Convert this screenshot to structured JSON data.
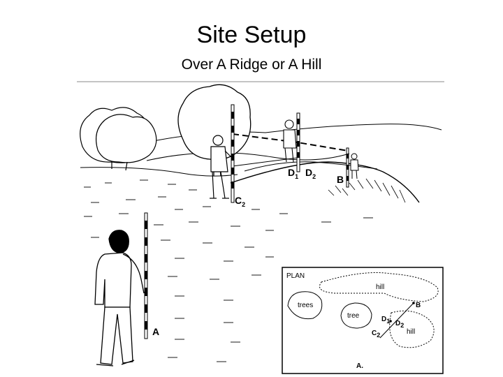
{
  "slide": {
    "title": "Site Setup",
    "subtitle": "Over A Ridge or A Hill"
  },
  "scene_labels": {
    "a": "A",
    "b": "B",
    "c": "C",
    "c_sub": "2",
    "d1": "D",
    "d1_sub": "1",
    "d2": "D",
    "d2_sub": "2"
  },
  "plan": {
    "title": "PLAN",
    "labels": {
      "hill_top": "hill",
      "hill_bottom": "hill",
      "trees": "trees",
      "tree": "tree",
      "a": "A.",
      "b": "B",
      "c": "C",
      "c_sub": "2",
      "d1": "D",
      "d1_sub": "1",
      "d2": "D",
      "d2_sub": "2"
    }
  }
}
